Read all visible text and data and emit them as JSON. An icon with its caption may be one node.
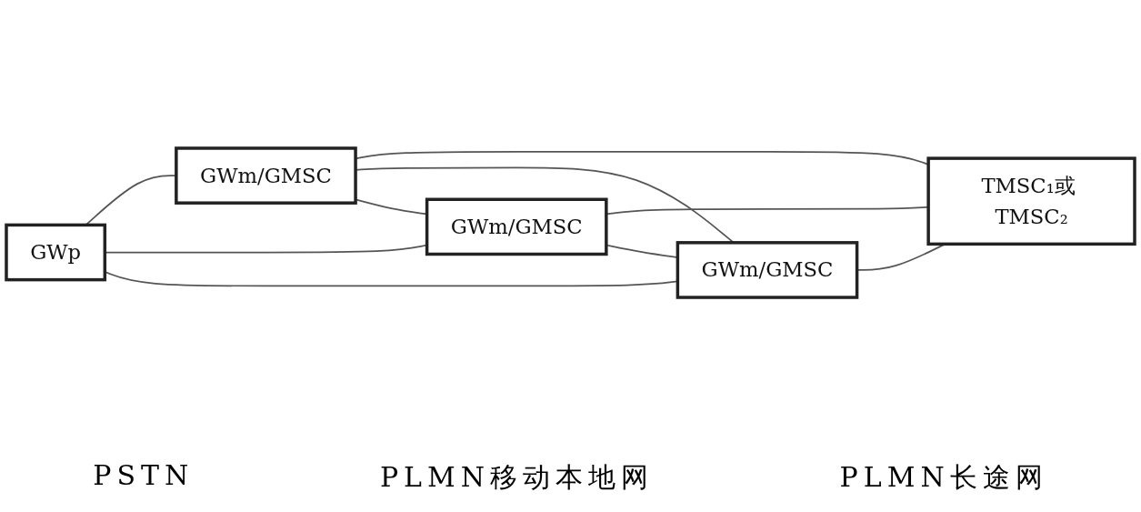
{
  "diagram": {
    "nodes": [
      {
        "text": [
          "GWp"
        ]
      },
      {
        "text": [
          "GWm/GMSC"
        ]
      },
      {
        "text": [
          "GWm/GMSC"
        ]
      },
      {
        "text": [
          "GWm/GMSC"
        ]
      },
      {
        "text": [
          "TMSC₁或 TMSC₂"
        ]
      }
    ],
    "edges": [
      {
        "from": 0,
        "to": 1,
        "arrow": "none"
      },
      {
        "from": 1,
        "to": 4,
        "arrow": "none"
      },
      {
        "from": 1,
        "to": 3,
        "arrow": "none"
      },
      {
        "from": 1,
        "to": 2,
        "arrow": "none"
      },
      {
        "from": 0,
        "to": 2,
        "arrow": "none"
      },
      {
        "from": 2,
        "to": 4,
        "arrow": "none"
      },
      {
        "from": 2,
        "to": 3,
        "arrow": "none"
      },
      {
        "from": 0,
        "to": 3,
        "arrow": "none"
      },
      {
        "from": 3,
        "to": 4,
        "arrow": "none"
      }
    ],
    "labels": [
      "PSTN",
      "PLMN移动本地网",
      "PLMN长途网"
    ]
  }
}
